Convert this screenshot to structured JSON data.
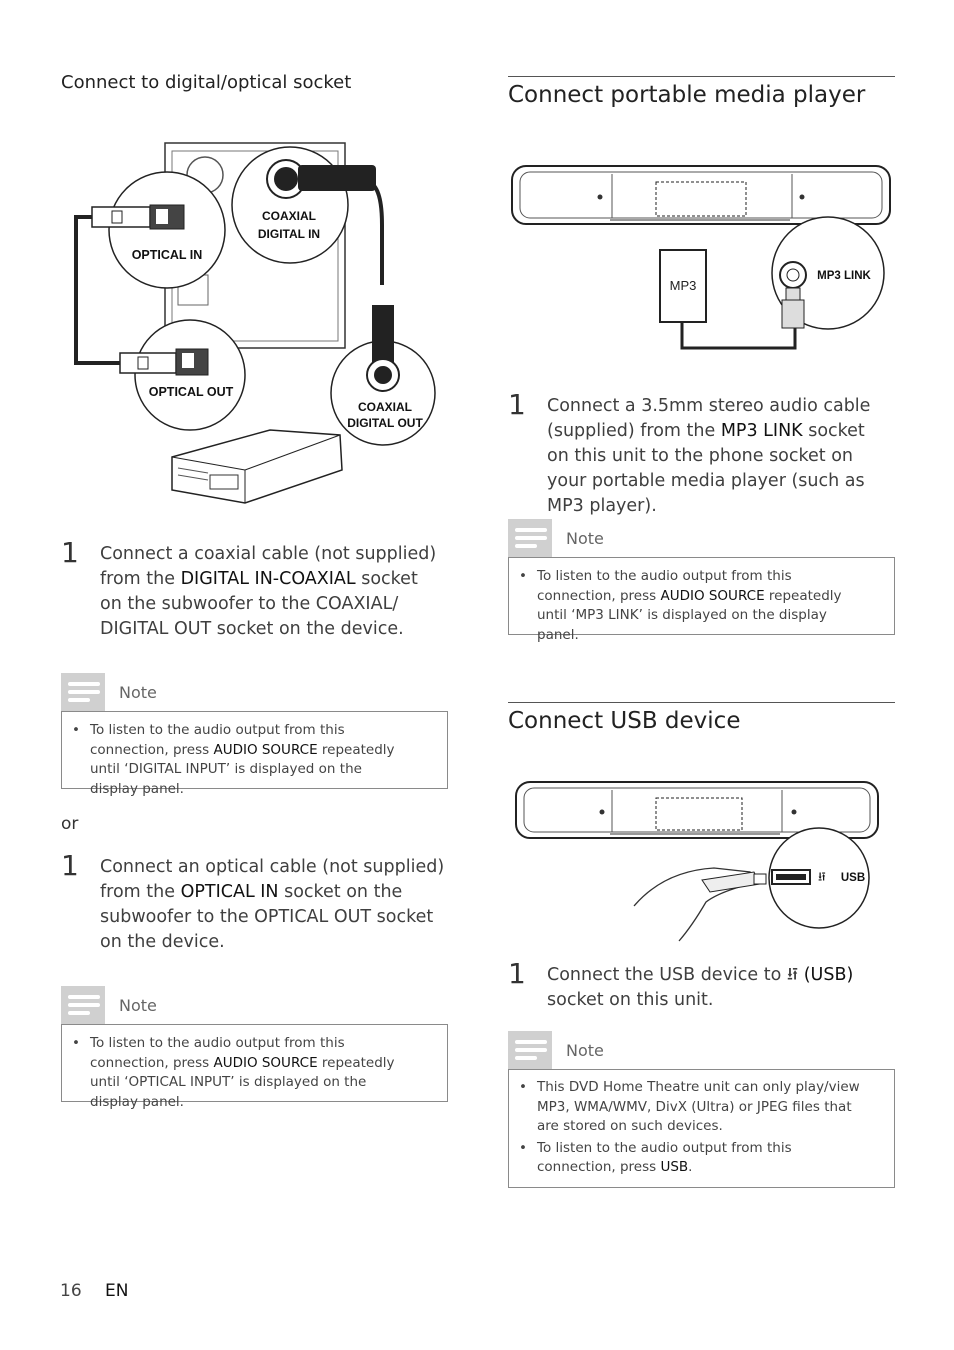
{
  "left": {
    "subheading": "Connect to digital/optical socket",
    "figure": {
      "optical_in": "OPTICAL IN",
      "coaxial_in_1": "COAXIAL",
      "coaxial_in_2": "DIGITAL IN",
      "optical_out": "OPTICAL OUT",
      "coaxial_out_1": "COAXIAL",
      "coaxial_out_2": "DIGITAL OUT"
    },
    "step1": {
      "num": "1",
      "pre": "Connect a coaxial cable (not supplied) from the ",
      "bold": "DIGITAL IN-COAXIAL",
      "post": " socket on the subwoofer to the COAXIAL/ DIGITAL OUT socket on the device."
    },
    "note1": {
      "title": "Note",
      "pre": "To listen to the audio output from this connection, press ",
      "bold": "AUDIO SOURCE",
      "post": " repeatedly until ‘DIGITAL INPUT’ is displayed on the display panel."
    },
    "or": "or",
    "step2": {
      "num": "1",
      "pre": "Connect an optical cable (not supplied) from the ",
      "bold": "OPTICAL IN",
      "post": " socket on the subwoofer to the OPTICAL OUT socket on the device."
    },
    "note2": {
      "title": "Note",
      "pre": "To listen to the audio output from this connection, press ",
      "bold": "AUDIO SOURCE",
      "post": " repeatedly until ‘OPTICAL INPUT’ is displayed on the display panel."
    }
  },
  "right": {
    "section1": {
      "heading": "Connect portable media player",
      "figure": {
        "mp3": "MP3",
        "mp3_link": "MP3 LINK"
      },
      "step": {
        "num": "1",
        "pre": "Connect a 3.5mm stereo audio cable (supplied) from the ",
        "bold": "MP3 LINK",
        "post": " socket on this unit to the phone socket on your portable media player (such as MP3 player)."
      },
      "note": {
        "title": "Note",
        "pre": "To listen to the audio output from this connection, press ",
        "bold": "AUDIO SOURCE",
        "post": " repeatedly until ‘MP3 LINK’ is displayed on the display panel."
      }
    },
    "section2": {
      "heading": "Connect USB device",
      "figure": {
        "usb": "USB"
      },
      "step": {
        "num": "1",
        "pre": "Connect the USB device to ",
        "bold": "(USB)",
        "post": " socket on this unit."
      },
      "note": {
        "title": "Note",
        "item1": "This DVD Home Theatre unit can only play/view MP3, WMA/WMV, DivX (Ultra) or JPEG files that are stored on such devices.",
        "item2_pre": "To listen to the audio output from this connection, press ",
        "item2_bold": "USB",
        "item2_post": "."
      }
    }
  },
  "footer": {
    "page": "16",
    "lang": "EN"
  }
}
